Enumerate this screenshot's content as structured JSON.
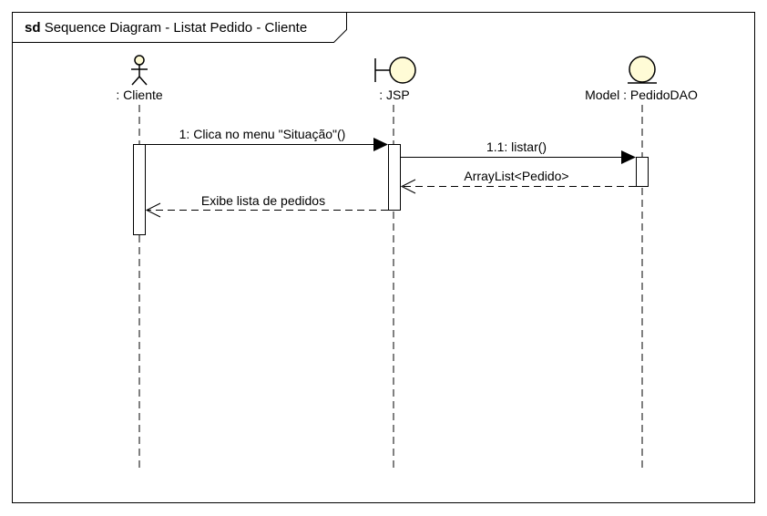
{
  "frame": {
    "keyword": "sd",
    "title": "Sequence Diagram - Listat Pedido - Cliente"
  },
  "lifelines": [
    {
      "id": "cliente",
      "kind": "actor",
      "label": ": Cliente"
    },
    {
      "id": "jsp",
      "kind": "boundary",
      "label": ": JSP"
    },
    {
      "id": "dao",
      "kind": "entity",
      "label": "Model : PedidoDAO"
    }
  ],
  "messages": [
    {
      "from": "cliente",
      "to": "jsp",
      "type": "sync",
      "label": "1: Clica no menu \"Situação\"()"
    },
    {
      "from": "jsp",
      "to": "dao",
      "type": "sync",
      "label": "1.1: listar()"
    },
    {
      "from": "dao",
      "to": "jsp",
      "type": "return",
      "label": "ArrayList<Pedido>"
    },
    {
      "from": "jsp",
      "to": "cliente",
      "type": "return",
      "label": "Exibe lista de pedidos"
    }
  ],
  "colors": {
    "fill": "#fffbd6",
    "stroke": "#000000"
  }
}
